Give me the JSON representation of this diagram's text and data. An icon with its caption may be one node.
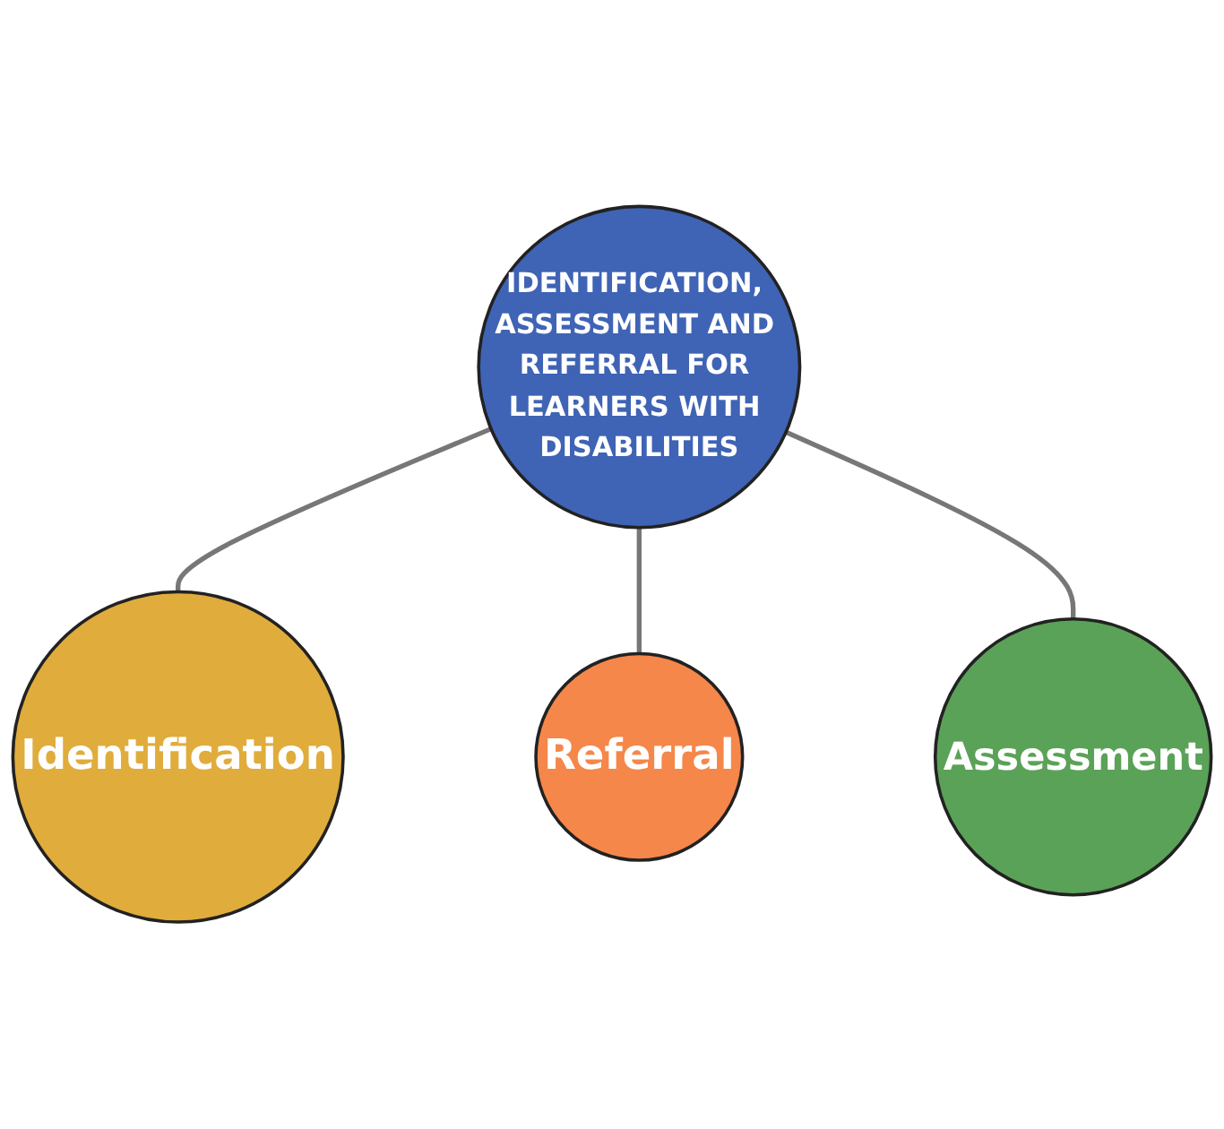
{
  "diagram": {
    "nodes": [
      {
        "text": [
          "Identification"
        ]
      },
      {
        "text": [
          "IDENTIFICATION, ASSESSMENT AND REFERRAL FOR LEARNERS WITH DISABILITIES"
        ]
      },
      {
        "text": [
          "Referral"
        ]
      },
      {
        "text": [
          "Assessment"
        ]
      }
    ],
    "edges": [
      {
        "from": 1,
        "to": 0,
        "arrow": "none"
      },
      {
        "from": 1,
        "to": 2,
        "arrow": "none"
      },
      {
        "from": 1,
        "to": 3,
        "arrow": "none"
      }
    ]
  }
}
